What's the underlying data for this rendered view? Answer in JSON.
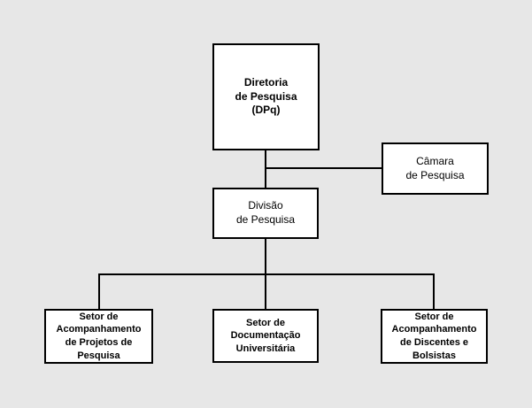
{
  "colors": {
    "background": "#e7e7e7",
    "box_fill": "#ffffff",
    "line": "#000000"
  },
  "diagram": {
    "type": "org-chart",
    "nodes": {
      "diretoria": {
        "label": "Diretoria\nde Pesquisa\n(DPq)"
      },
      "camara": {
        "label": "Câmara\nde Pesquisa"
      },
      "divisao": {
        "label": "Divisão\nde Pesquisa"
      },
      "setor_projetos": {
        "label": "Setor de\nAcompanhamento\nde Projetos de\nPesquisa"
      },
      "setor_documentacao": {
        "label": "Setor de\nDocumentação\nUniversitária"
      },
      "setor_discentes": {
        "label": "Setor de\nAcompanhamento\nde Discentes e\nBolsistas"
      }
    },
    "edges": [
      {
        "from": "diretoria",
        "to": "divisao"
      },
      {
        "from": "diretoria",
        "to": "camara"
      },
      {
        "from": "divisao",
        "to": "setor_projetos"
      },
      {
        "from": "divisao",
        "to": "setor_documentacao"
      },
      {
        "from": "divisao",
        "to": "setor_discentes"
      }
    ]
  }
}
